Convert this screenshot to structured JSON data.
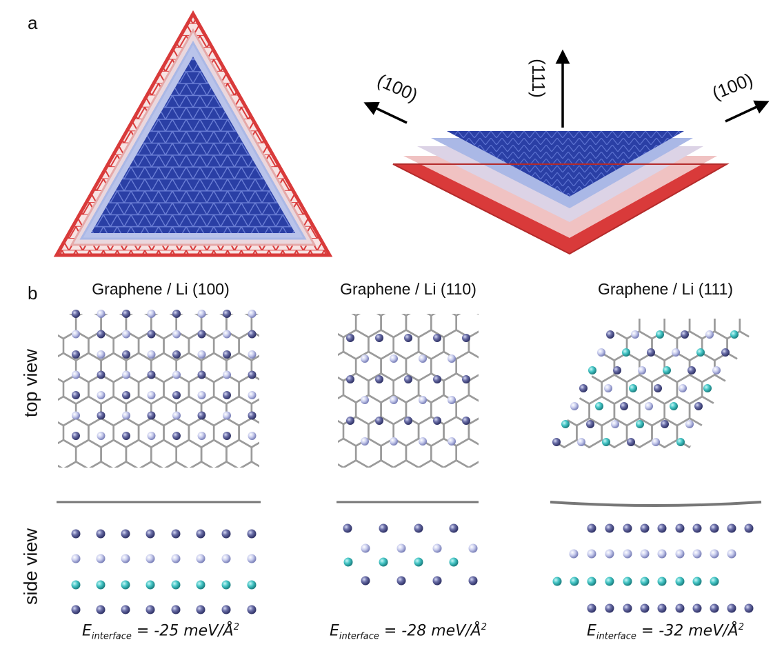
{
  "panels": {
    "a": {
      "label": "a"
    },
    "b": {
      "label": "b"
    }
  },
  "directions": {
    "left": "(100)",
    "up": "(111)",
    "right": "(100)"
  },
  "rows": {
    "top": "top view",
    "side": "side view"
  },
  "columns": [
    {
      "title": "Graphene / Li (100)",
      "energy": {
        "symbol": "E",
        "sub": "interface",
        "value": "= -25 meV/Å",
        "sup": "2"
      }
    },
    {
      "title": "Graphene / Li (110)",
      "energy": {
        "symbol": "E",
        "sub": "interface",
        "value": "= -28 meV/Å",
        "sup": "2"
      }
    },
    {
      "title": "Graphene / Li (111)",
      "energy": {
        "symbol": "E",
        "sub": "interface",
        "value": "= -32 meV/Å",
        "sup": "2"
      }
    }
  ],
  "colors": {
    "edge_red": "#d93a3a",
    "core_blue": "#2a3fa5",
    "mid_lightblue": "#aab8e6",
    "mid_pink": "#f0c2c2",
    "bond_gray": "#9b9b9b",
    "atom_dark": "#6b6fa8",
    "atom_light": "#c9cdee",
    "atom_cyan": "#43c4c4"
  }
}
